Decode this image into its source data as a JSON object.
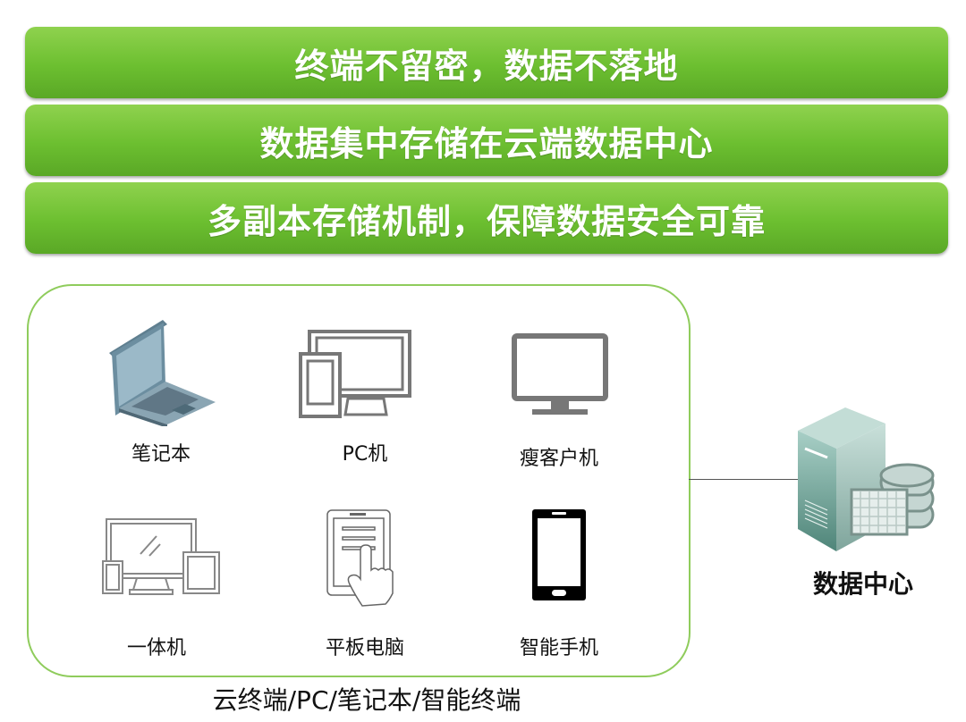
{
  "banners": [
    "终端不留密，数据不落地",
    "数据集中存储在云端数据中心",
    "多副本存储机制，保障数据安全可靠"
  ],
  "devices": [
    {
      "label": "笔记本",
      "icon": "laptop-icon"
    },
    {
      "label": "PC机",
      "icon": "pc-icon"
    },
    {
      "label": "瘦客户机",
      "icon": "thin-client-icon"
    },
    {
      "label": "一体机",
      "icon": "all-in-one-icon"
    },
    {
      "label": "平板电脑",
      "icon": "tablet-icon"
    },
    {
      "label": "智能手机",
      "icon": "smartphone-icon"
    }
  ],
  "datacenter": {
    "label": "数据中心",
    "icon": "server-database-icon"
  },
  "caption": "云终端/PC/笔记本/智能终端",
  "colors": {
    "banner": "#6cbf30",
    "border": "#8fcc5c"
  }
}
